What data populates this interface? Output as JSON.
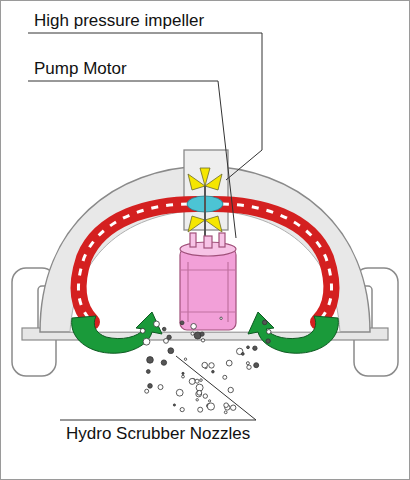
{
  "diagram": {
    "labels": [
      "High pressure impeller",
      "Pump Motor",
      "Hydro Scrubber Nozzles"
    ]
  }
}
